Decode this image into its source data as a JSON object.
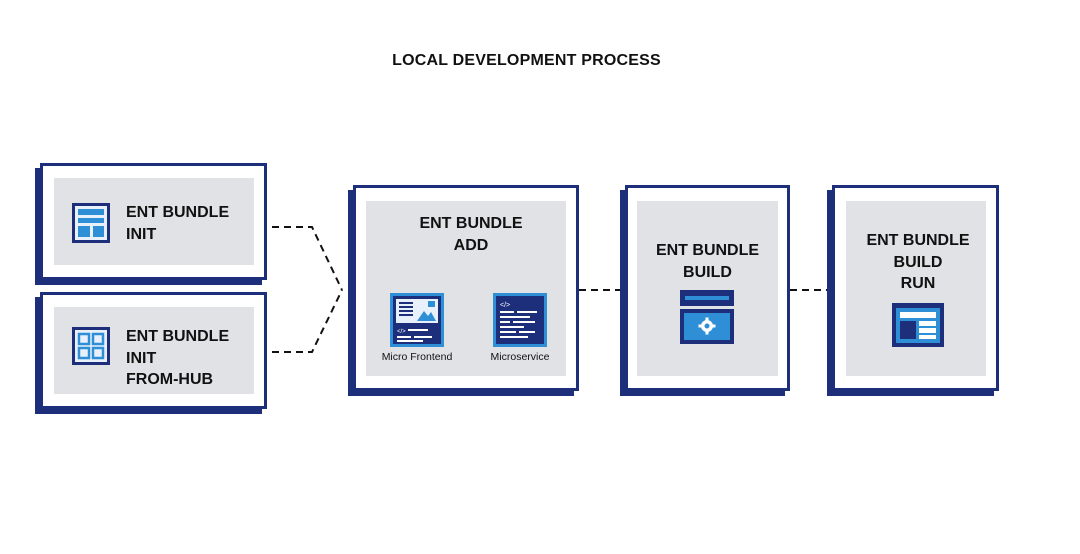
{
  "title": "LOCAL DEVELOPMENT PROCESS",
  "colors": {
    "navy": "#1d2f7a",
    "blue": "#2f8fd6",
    "panel": "#e1e2e6"
  },
  "init": {
    "line1": "ENT BUNDLE",
    "line2": "INIT",
    "icon": "layout-template-icon"
  },
  "init_hub": {
    "line1": "ENT BUNDLE",
    "line2": "INIT",
    "line3": "FROM-HUB",
    "icon": "grid-icon"
  },
  "add": {
    "line1": "ENT BUNDLE",
    "line2": "ADD",
    "children": [
      {
        "label": "Micro Frontend",
        "icon": "micro-frontend-icon"
      },
      {
        "label": "Microservice",
        "icon": "microservice-code-icon"
      }
    ]
  },
  "build": {
    "line1": "ENT BUNDLE",
    "line2": "BUILD",
    "icon": "build-gear-icon"
  },
  "run": {
    "line1": "ENT BUNDLE",
    "line2": "BUILD",
    "line3": "RUN",
    "icon": "run-window-icon"
  }
}
